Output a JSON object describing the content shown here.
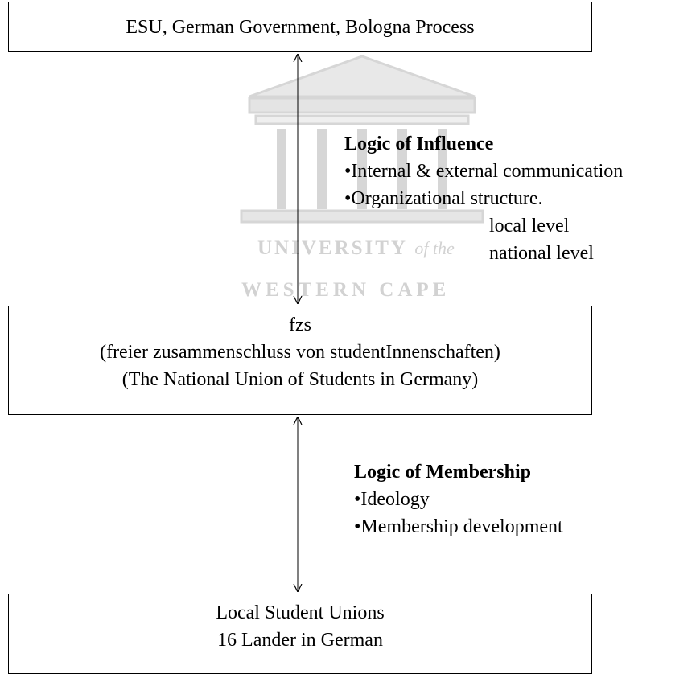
{
  "watermark": {
    "line1_main": "UNIVERSITY",
    "line1_of": "of the",
    "line2": "WESTERN CAPE"
  },
  "boxes": {
    "top": {
      "text": "ESU, German Government, Bologna Process"
    },
    "middle": {
      "line1": "fzs",
      "line2": "(freier zusammenschluss von studentInnenschaften)",
      "line3": "(The National Union of Students in Germany)"
    },
    "bottom": {
      "line1": "Local Student Unions",
      "line2": "16 Lander in German"
    }
  },
  "influence": {
    "heading": "Logic of Influence",
    "items": [
      "•Internal & external communication",
      "•Organizational structure."
    ],
    "subitems": [
      "local level",
      "national level"
    ]
  },
  "membership": {
    "heading": "Logic of Membership",
    "items": [
      "•Ideology",
      "•Membership development"
    ]
  }
}
